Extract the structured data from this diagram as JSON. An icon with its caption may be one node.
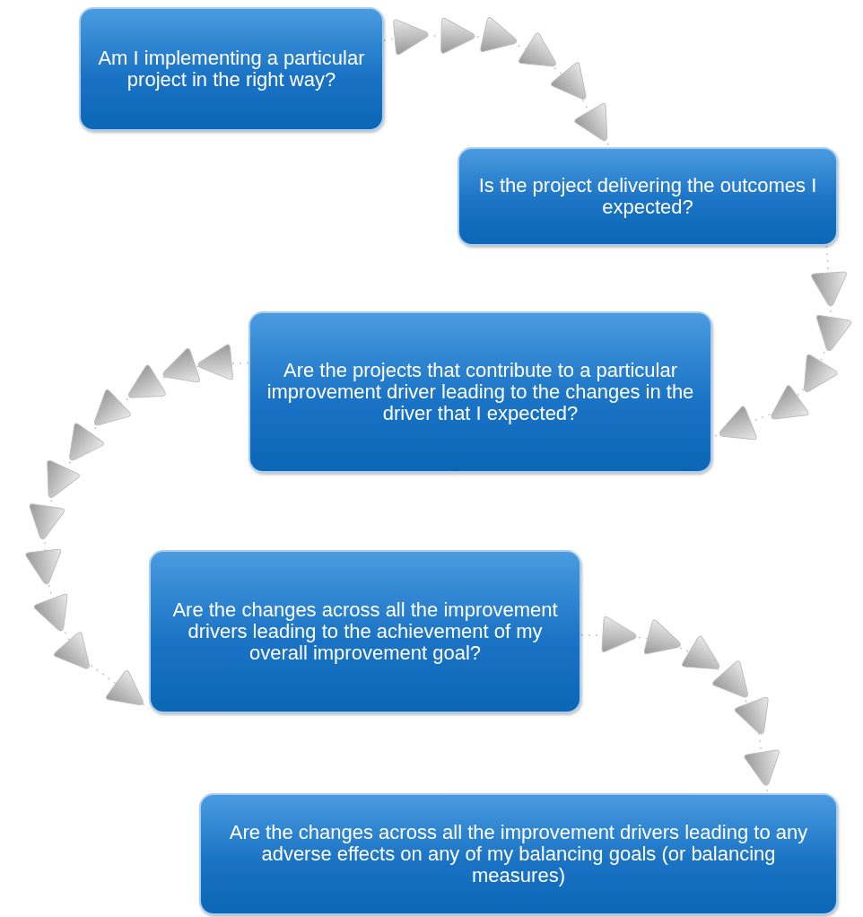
{
  "diagram": {
    "nodes": [
      {
        "text": [
          "Am I implementing a particular project in the right way?"
        ]
      },
      {
        "text": [
          "Is the project delivering the outcomes I expected?"
        ]
      },
      {
        "text": [
          "Are the projects that contribute to a particular improvement driver leading to the changes in the driver that I expected?"
        ]
      },
      {
        "text": [
          "Are the changes across all the improvement drivers leading to the achievement of my overall improvement goal?"
        ]
      },
      {
        "text": [
          "Are the changes across all the improvement drivers leading to any adverse effects on any of my balancing goals (or balancing measures)"
        ]
      }
    ],
    "edges": [
      {
        "from": 0,
        "to": 1,
        "arrow": "to"
      },
      {
        "from": 1,
        "to": 2,
        "arrow": "to"
      },
      {
        "from": 2,
        "to": 3,
        "arrow": "to"
      },
      {
        "from": 3,
        "to": 4,
        "arrow": "to"
      }
    ]
  }
}
